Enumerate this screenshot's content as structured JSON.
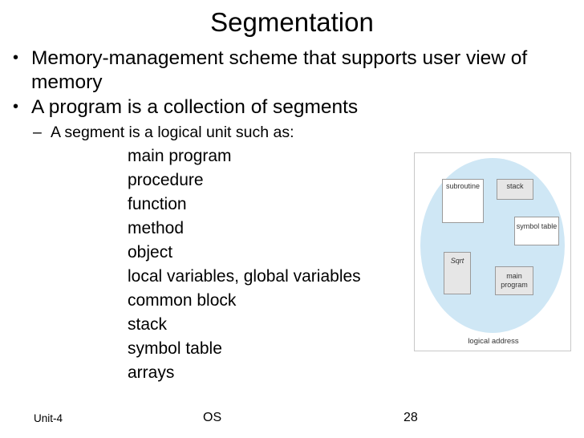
{
  "slide": {
    "title": "Segmentation",
    "bullets_level1": [
      "Memory-management scheme that supports user view of memory",
      "A program is a collection of segments"
    ],
    "bullets_level2": [
      "A segment is a logical unit such as:"
    ],
    "bullets_level3": [
      "main program",
      "procedure",
      "function",
      "method",
      "object",
      "local variables, global variables",
      "common block",
      "stack",
      "symbol table",
      "arrays"
    ]
  },
  "diagram": {
    "caption": "logical address",
    "boxes": [
      {
        "label": "subroutine",
        "style": "white"
      },
      {
        "label": "stack",
        "style": "gray"
      },
      {
        "label": "symbol table",
        "style": "white"
      },
      {
        "label": "Sqrt",
        "style": "gray"
      },
      {
        "label": "main program",
        "style": "gray"
      }
    ],
    "ellipse_color": "#cfe7f5"
  },
  "footer": {
    "unit": "Unit-4",
    "center": "OS",
    "page": "28"
  }
}
